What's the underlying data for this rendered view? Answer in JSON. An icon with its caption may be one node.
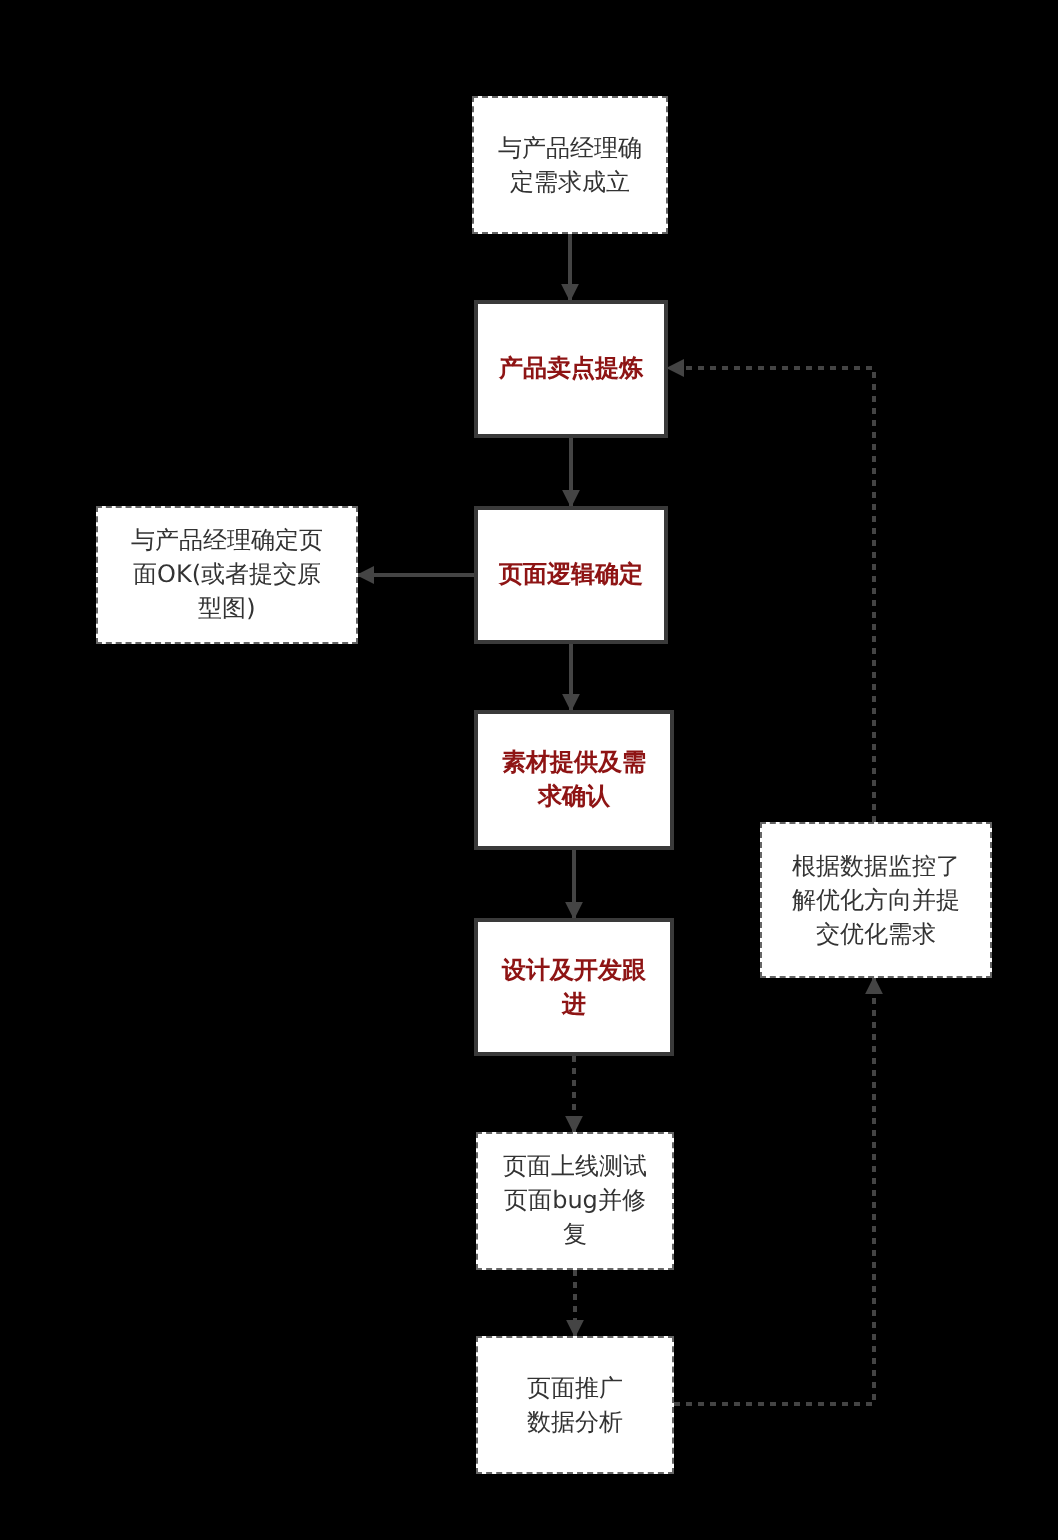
{
  "diagram": {
    "nodes": [
      {
        "text": [
          "与产品经理确定需求成立"
        ]
      },
      {
        "text": [
          "产品卖点提炼"
        ]
      },
      {
        "text": [
          "页面逻辑确定"
        ]
      },
      {
        "text": [
          "与产品经理确定页面OK(或者提交原型图)"
        ]
      },
      {
        "text": [
          "素材提供及需求确认"
        ]
      },
      {
        "text": [
          "设计及开发跟进"
        ]
      },
      {
        "text": [
          "页面上线测试页面bug并修复"
        ]
      },
      {
        "text": [
          "页面推广数据分析"
        ]
      },
      {
        "text": [
          "根据数据监控了解优化方向并提交优化需求"
        ]
      }
    ],
    "edges": [
      {
        "from": 0,
        "to": 1,
        "arrow": "to"
      },
      {
        "from": 1,
        "to": 2,
        "arrow": "to"
      },
      {
        "from": 2,
        "to": 3,
        "arrow": "to"
      },
      {
        "from": 2,
        "to": 4,
        "arrow": "to"
      },
      {
        "from": 4,
        "to": 5,
        "arrow": "to"
      },
      {
        "from": 5,
        "to": 6,
        "arrow": "to",
        "style": "dashed"
      },
      {
        "from": 6,
        "to": 7,
        "arrow": "to",
        "style": "dashed"
      },
      {
        "from": 7,
        "to": 8,
        "arrow": "to",
        "style": "dashed"
      },
      {
        "from": 8,
        "to": 1,
        "arrow": "to",
        "style": "dashed"
      }
    ]
  }
}
